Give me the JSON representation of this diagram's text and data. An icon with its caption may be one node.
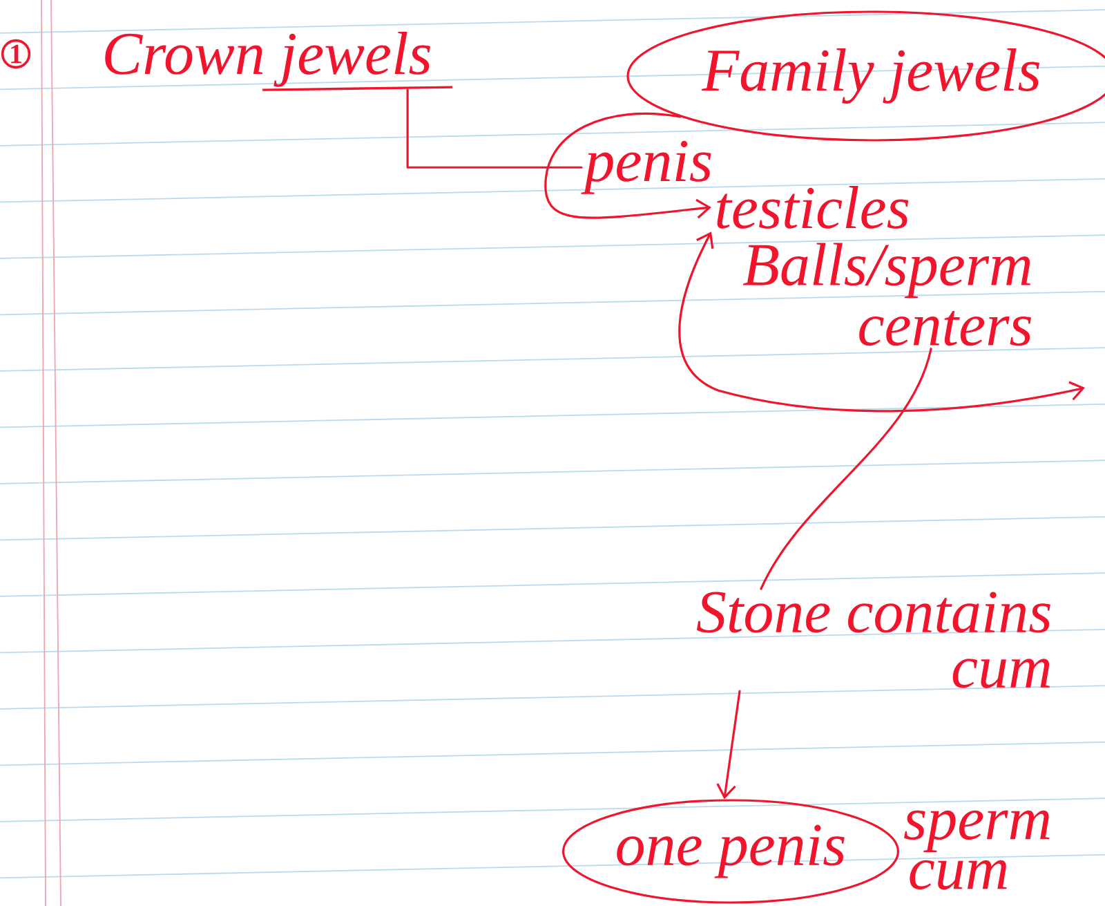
{
  "diagram": {
    "nodes": [
      {
        "text": [
          "1"
        ]
      },
      {
        "text": [
          "Crown jewels"
        ]
      },
      {
        "text": [
          "Family jewels"
        ]
      },
      {
        "text": [
          "penis"
        ]
      },
      {
        "text": [
          "testicles"
        ]
      },
      {
        "text": [
          "Balls/sperm centers"
        ]
      },
      {
        "text": [
          "Stone contains cum"
        ]
      },
      {
        "text": [
          "one penis"
        ]
      }
    ],
    "edges": [
      {
        "from": 1,
        "to": 3,
        "arrow": "none"
      },
      {
        "from": 2,
        "to": 4,
        "arrow": "to"
      },
      {
        "from": 4,
        "to": null,
        "arrow": "both"
      },
      {
        "from": 5,
        "to": 6,
        "arrow": "none"
      },
      {
        "from": 6,
        "to": 7,
        "arrow": "to"
      }
    ],
    "labels": [
      "sperm cum"
    ]
  }
}
